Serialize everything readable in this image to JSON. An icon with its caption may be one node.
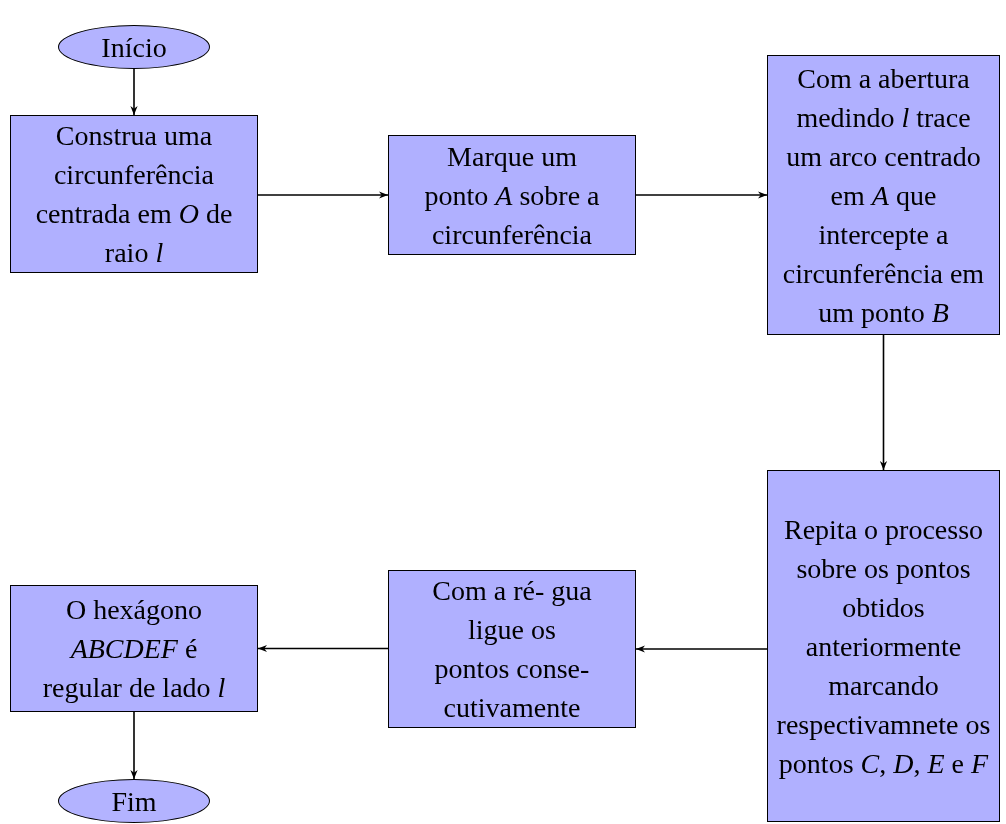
{
  "diagram": {
    "nodes": [
      {
        "text": [
          "Início"
        ]
      },
      {
        "text": [
          "Construa uma circunferência centrada em *O* de raio *l*"
        ]
      },
      {
        "text": [
          "Marque um ponto *A* sobre a circunferência"
        ]
      },
      {
        "text": [
          "Com a abertura medindo *l* trace um arco centrado em *A* que intercepte a circunferência em um ponto *B*"
        ]
      },
      {
        "text": [
          "Repita o processo sobre os pontos obtidos anteriormente marcando respectivamnete os pontos *C*, *D*, *E* e *F*"
        ]
      },
      {
        "text": [
          "Com a ré- gua ligue os pontos conse- cutivamente"
        ]
      },
      {
        "text": [
          "O hexágono *ABCDEF* é regular de lado *l*"
        ]
      },
      {
        "text": [
          "Fim"
        ]
      }
    ],
    "edges": [
      {
        "from": 0,
        "to": 1,
        "arrow": "to"
      },
      {
        "from": 1,
        "to": 2,
        "arrow": "to"
      },
      {
        "from": 2,
        "to": 3,
        "arrow": "to"
      },
      {
        "from": 3,
        "to": 4,
        "arrow": "to"
      },
      {
        "from": 4,
        "to": 5,
        "arrow": "to"
      },
      {
        "from": 5,
        "to": 6,
        "arrow": "to"
      },
      {
        "from": 6,
        "to": 7,
        "arrow": "to"
      }
    ]
  }
}
